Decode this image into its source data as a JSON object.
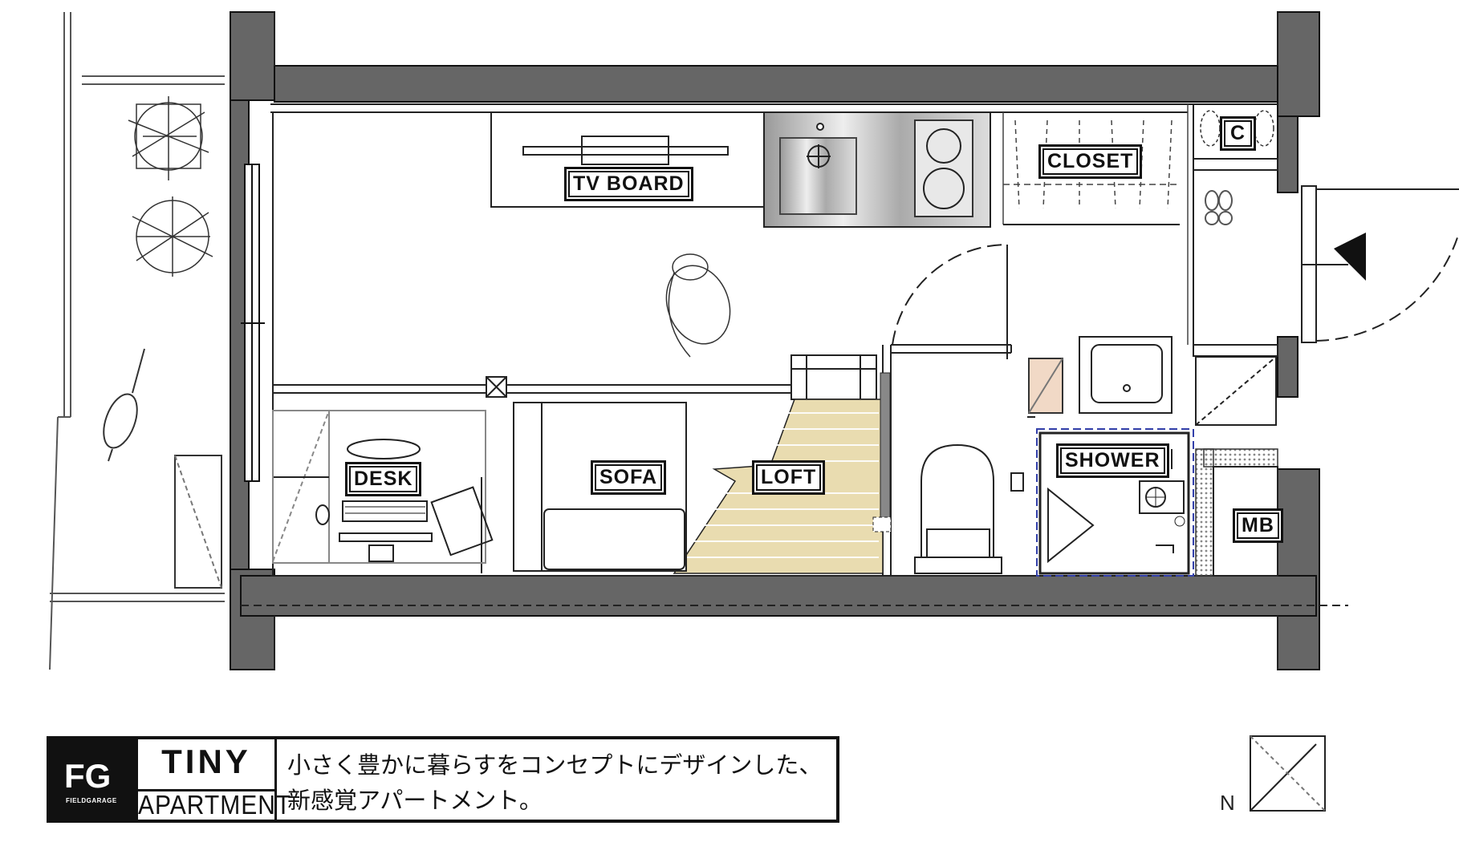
{
  "rooms": {
    "tv_board": "TV BOARD",
    "closet": "CLOSET",
    "c": "C",
    "desk": "DESK",
    "sofa": "SOFA",
    "loft": "LOFT",
    "shower": "SHOWER",
    "mb": "MB"
  },
  "logo": {
    "fg": "FG",
    "fg_sub": "FIELDGARAGE",
    "title": "TINY",
    "subtitle": "APARTMENT"
  },
  "description": {
    "line1": "小さく豊かに暮らすをコンセプトにデザインした、",
    "line2": "新感覚アパートメント。"
  },
  "compass": {
    "label": "N"
  },
  "colors": {
    "wall": "#666666",
    "loft": "#e9dcb0",
    "outline": "#111111"
  }
}
